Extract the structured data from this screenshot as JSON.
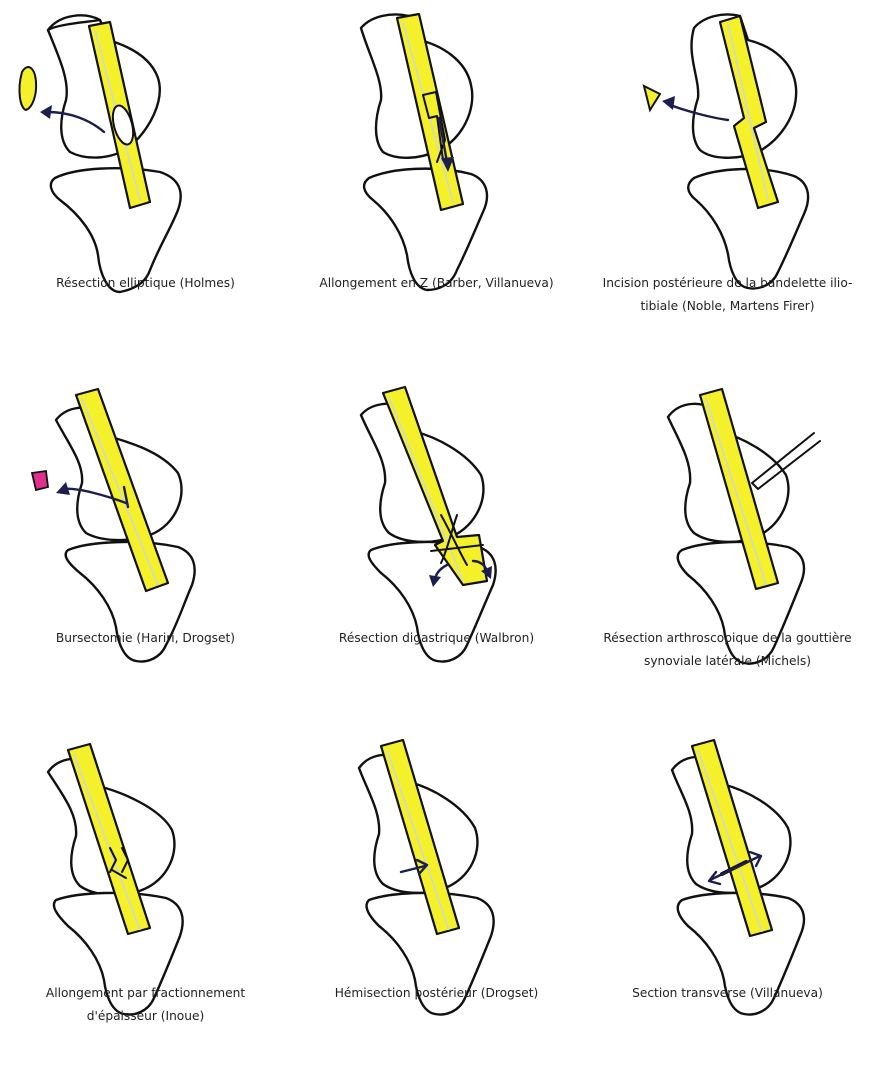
{
  "figure": {
    "panels": [
      {
        "caption1": "Résection elliptique (Holmes)",
        "caption2": ""
      },
      {
        "caption1": "Allongement en Z (Barber, Villanueva)",
        "caption2": ""
      },
      {
        "caption1": "Incision postérieure de la bandelette ilio-",
        "caption2": "tibiale (Noble, Martens Firer)"
      },
      {
        "caption1": "Bursectomie (Hariri, Drogset)",
        "caption2": ""
      },
      {
        "caption1": "Résection digastrique (Walbron)",
        "caption2": ""
      },
      {
        "caption1": "Résection arthroscopique de la gouttière",
        "caption2": "synoviale latérale (Michels)"
      },
      {
        "caption1": "Allongement par fractionnement",
        "caption2": "d'épaisseur (Inoue)"
      },
      {
        "caption1": "Hémisection postérieur (Drogset)",
        "caption2": ""
      },
      {
        "caption1": "Section transverse (Villanueva)",
        "caption2": ""
      }
    ],
    "colors": {
      "band": "#f4f02a",
      "arrow": "#1c1e4e",
      "resected_fragment": "#f4f02a",
      "bursa_fragment": "#e02f8c"
    }
  }
}
